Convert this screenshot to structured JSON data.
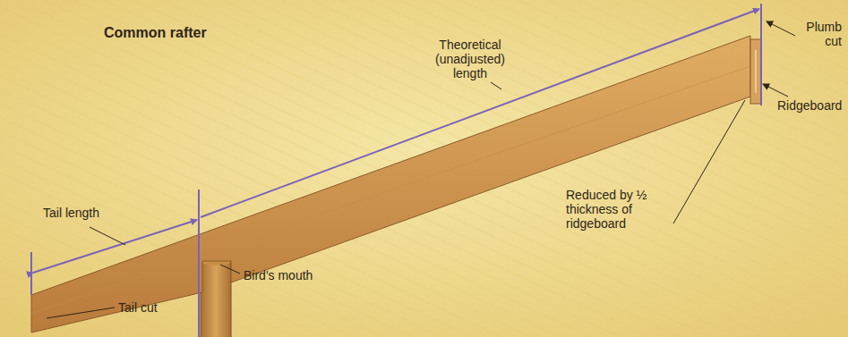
{
  "diagram": {
    "title": "Common rafter",
    "labels": [
      "Theoretical (unadjusted) length",
      "Plumb cut",
      "Ridgeboard",
      "Reduced by ½ thickness of ridgeboard",
      "Tail length",
      "Bird's mouth",
      "Tail cut"
    ]
  }
}
